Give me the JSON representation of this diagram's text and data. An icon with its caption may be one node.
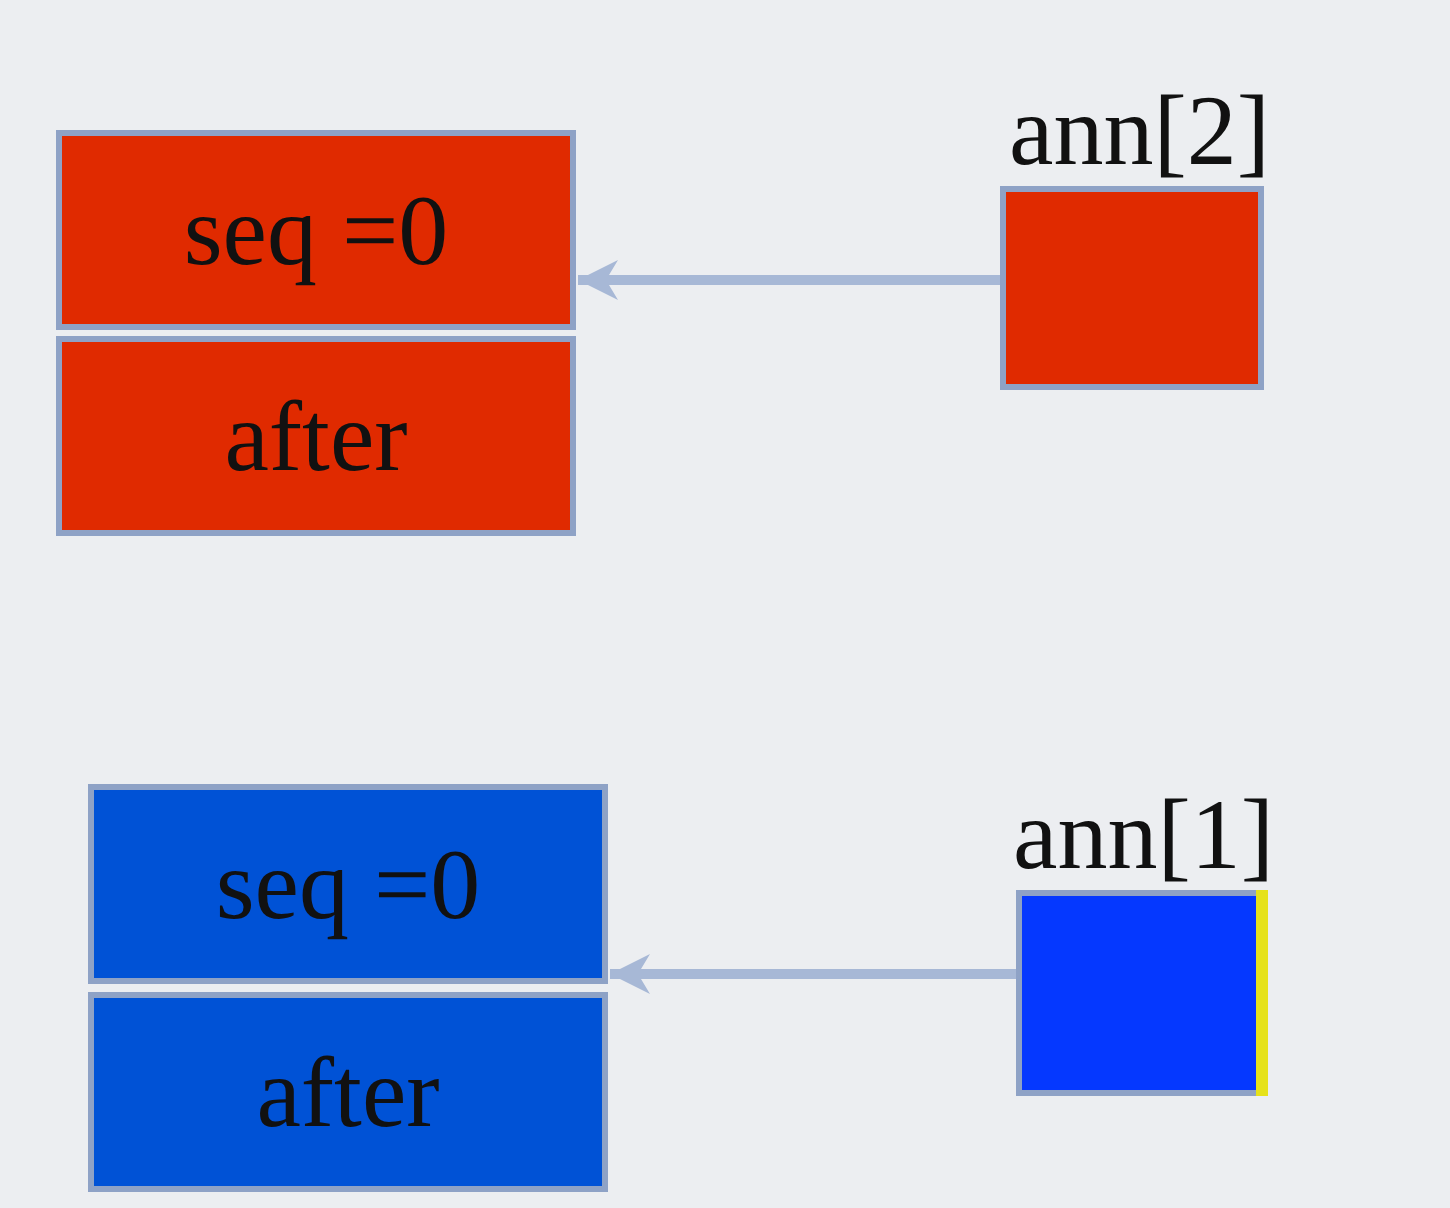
{
  "diagram": {
    "nodes": [
      {
        "text": [
          "seq =0"
        ]
      },
      {
        "text": [
          "after"
        ]
      },
      {
        "text": [
          "ann[2]"
        ]
      },
      {
        "text": [
          "seq =0"
        ]
      },
      {
        "text": [
          "after"
        ]
      },
      {
        "text": [
          "ann[1]"
        ]
      }
    ],
    "edges": [
      {
        "from": 2,
        "to": 0,
        "arrow": "to"
      },
      {
        "from": 5,
        "to": 3,
        "arrow": "to"
      }
    ]
  }
}
